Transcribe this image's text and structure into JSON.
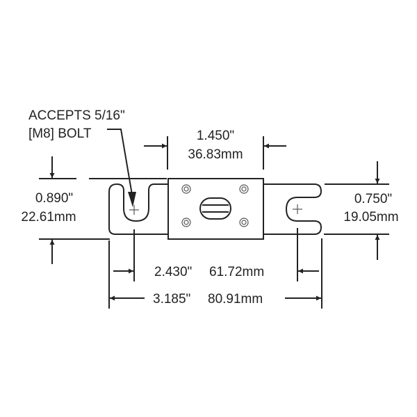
{
  "diagram": {
    "subject": "ANL fuse dimension drawing",
    "callout": {
      "line1": "ACCEPTS 5/16\"",
      "line2": "[M8] BOLT"
    },
    "dimensions": {
      "body_width": {
        "inch": "1.450\"",
        "mm": "36.83mm"
      },
      "left_terminal_height": {
        "inch": "0.890\"",
        "mm": "22.61mm"
      },
      "right_terminal_height": {
        "inch": "0.750\"",
        "mm": "19.05mm"
      },
      "hole_to_hole": {
        "inch": "2.430\"",
        "mm": "61.72mm"
      },
      "overall_length": {
        "inch": "3.185\"",
        "mm": "80.91mm"
      }
    },
    "colors": {
      "line": "#222222",
      "background": "#ffffff"
    }
  }
}
